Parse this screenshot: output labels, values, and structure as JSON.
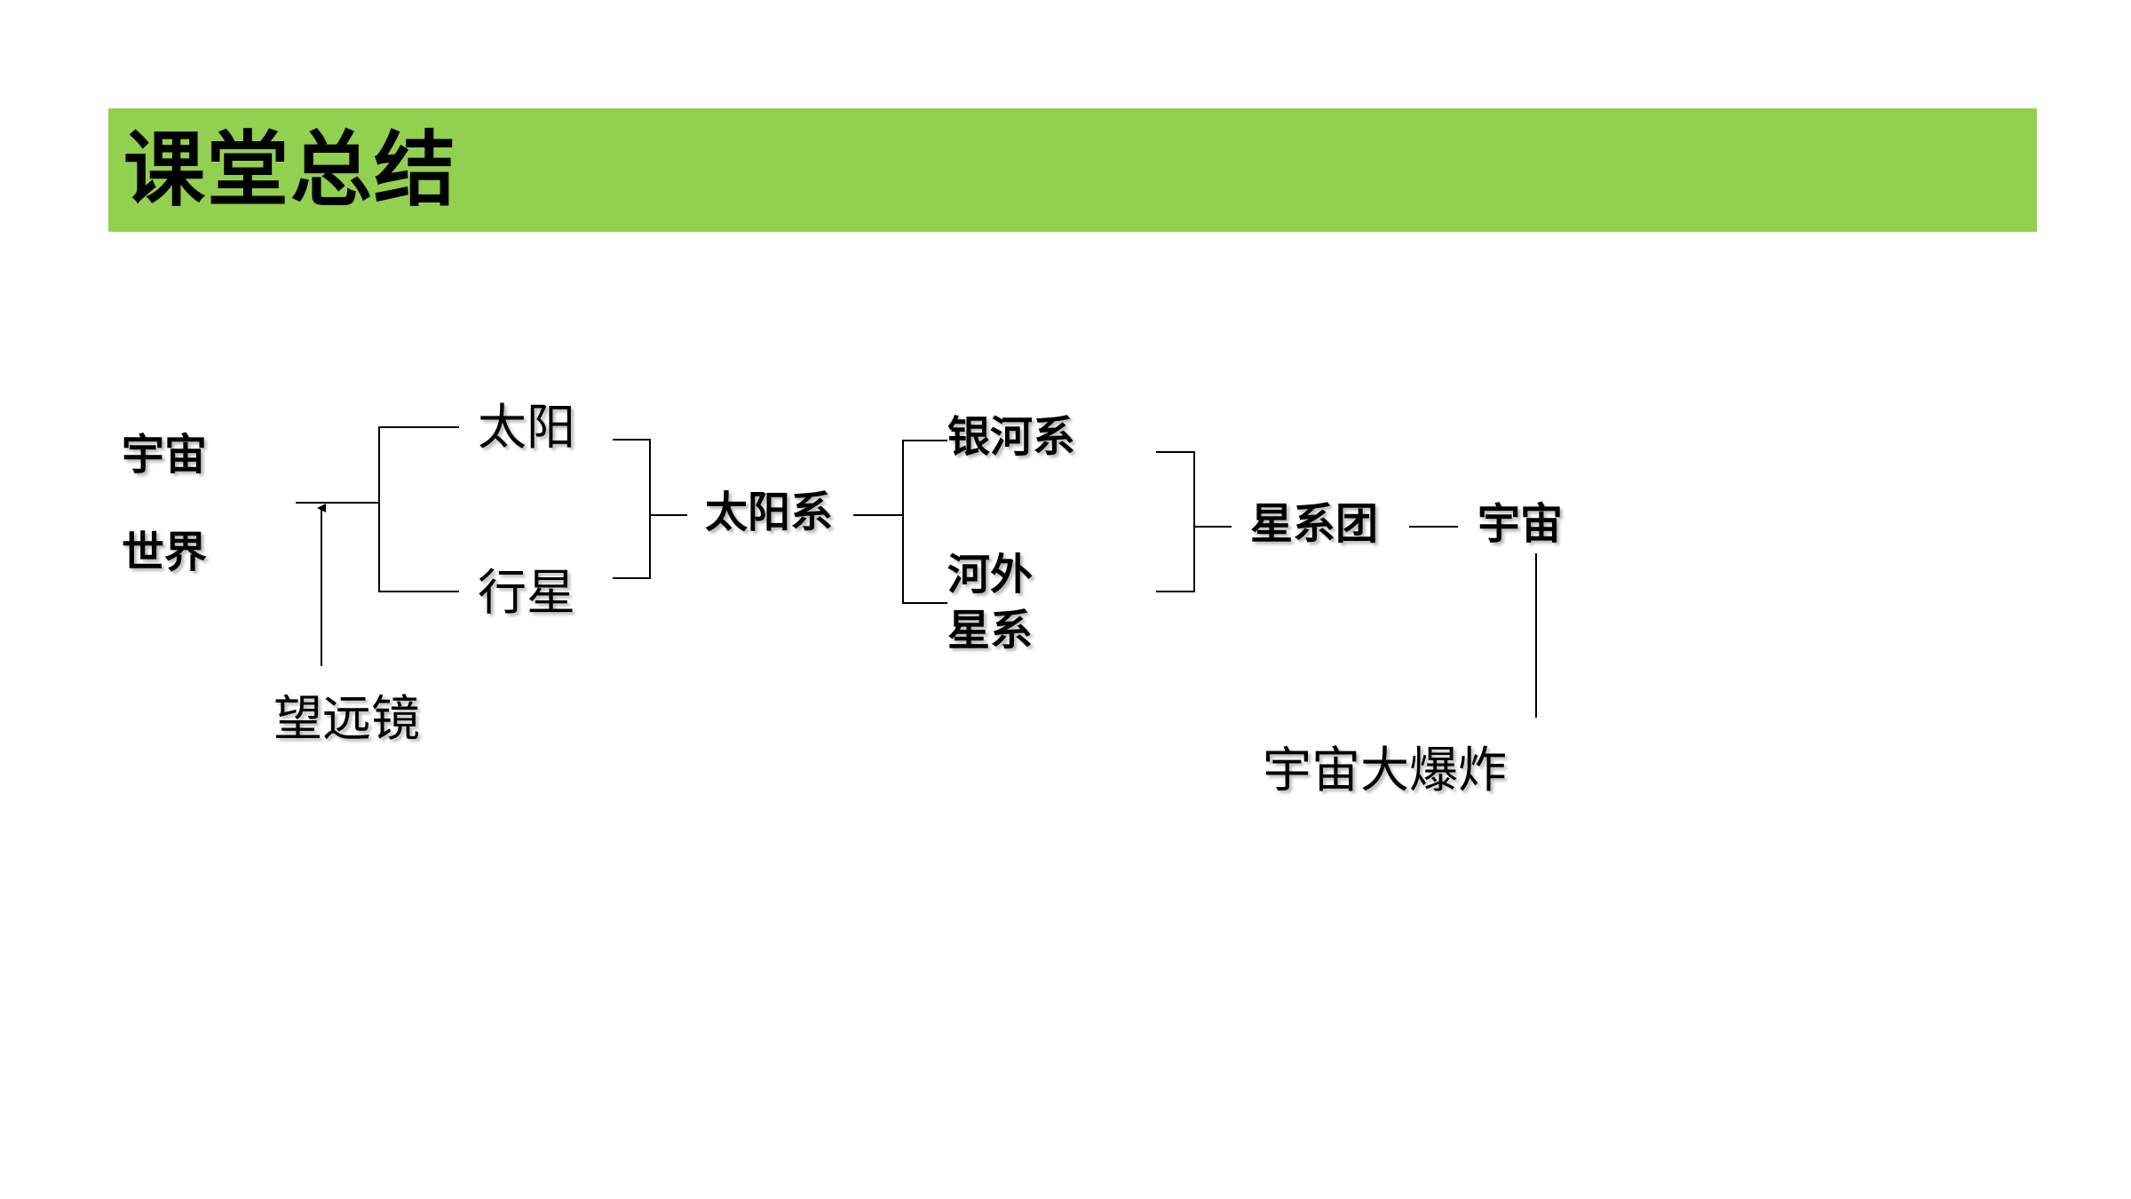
{
  "header": {
    "title": "课堂总结",
    "color": "#92d050"
  },
  "diagram": {
    "root_top": "宇宙",
    "root_bottom": "世界",
    "tool": "望远镜",
    "sun": "太阳",
    "planet": "行星",
    "solar_system": "太阳系",
    "milky_way": "银河系",
    "extragalactic_line1": "河外",
    "extragalactic_line2": "星系",
    "galaxy_cluster": "星系团",
    "universe": "宇宙",
    "big_bang": "宇宙大爆炸"
  }
}
